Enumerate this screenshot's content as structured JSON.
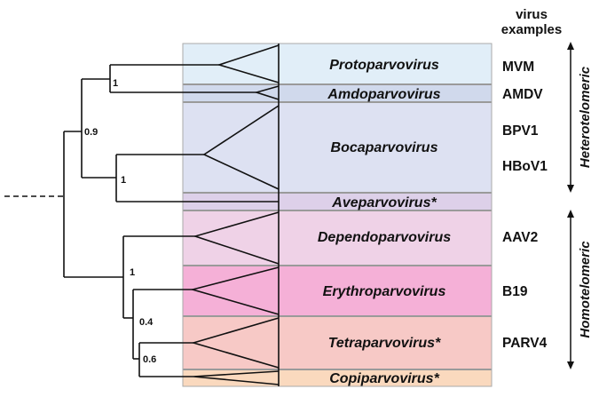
{
  "header": {
    "line1": "virus",
    "line2": "examples"
  },
  "clades": [
    {
      "genus": "Protoparvovirus",
      "color": "#e1eef8"
    },
    {
      "genus": "Amdoparvovirus",
      "color": "#d0d9ec"
    },
    {
      "genus": "Bocaparvovirus",
      "color": "#dde1f2"
    },
    {
      "genus": "Aveparvovirus*",
      "color": "#ddd0e9"
    },
    {
      "genus": "Dependoparvovirus",
      "color": "#efd2e7"
    },
    {
      "genus": "Erythroparvovirus",
      "color": "#f5b0d7"
    },
    {
      "genus": "Tetraparvovirus*",
      "color": "#f7c9c6"
    },
    {
      "genus": "Copiparvovirus*",
      "color": "#fad9be"
    }
  ],
  "viruses": [
    "MVM",
    "AMDV",
    "BPV1",
    "HBoV1",
    "AAV2",
    "B19",
    "PARV4"
  ],
  "support_values": [
    "1",
    "0.9",
    "1",
    "1",
    "0.4",
    "0.6"
  ],
  "groups": {
    "hetero": "Heterotelomeric",
    "homo": "Homotelomeric"
  }
}
